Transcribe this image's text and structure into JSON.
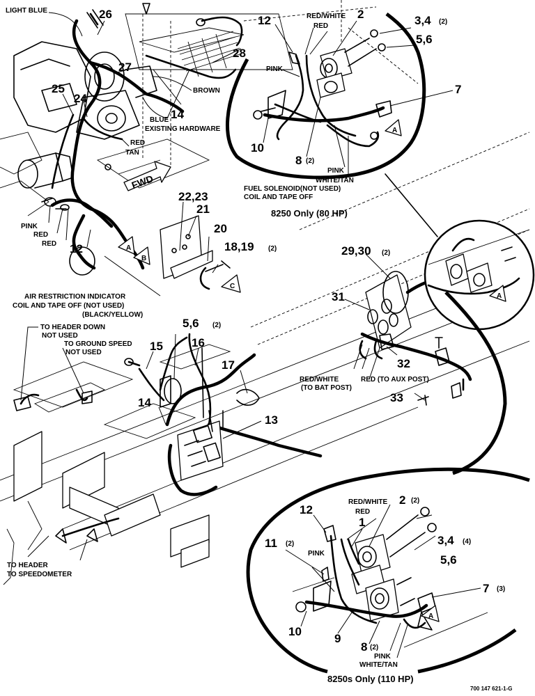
{
  "labels": {
    "light_blue": "LIGHT BLUE",
    "n26": "26",
    "n28": "28",
    "n27": "27",
    "n25": "25",
    "n24": "24",
    "brown": "BROWN",
    "n14_top": "14",
    "blue": "BLUE",
    "existing_hw": "EXISTING HARDWARE",
    "red_tan_red": "RED",
    "red_tan_tan": "TAN",
    "fwd": "FWD",
    "n22_23": "22,23",
    "n21": "21",
    "n20": "20",
    "n18_19": "18,19",
    "q18_19": "(2)",
    "pink_left": "PINK",
    "red_left1": "RED",
    "red_left2": "RED",
    "n12_left": "12",
    "tag_a1": "A",
    "tag_b": "B",
    "tag_c": "C",
    "air_line1": "AIR RESTRICTION INDICATOR",
    "air_line2": "COIL AND TAPE OFF (NOT USED)",
    "air_line3": "(BLACK/YELLOW)",
    "hdr_down1": "TO HEADER DOWN",
    "hdr_down2": "NOT USED",
    "gnd_speed1": "TO GROUND SPEED",
    "gnd_speed2": "NOT USED",
    "n15": "15",
    "n16": "16",
    "n17": "17",
    "n5_6_mid": "5,6",
    "q5_6_mid": "(2)",
    "n14_mid": "14",
    "n13": "13",
    "to_header": "TO HEADER",
    "to_speedo": "TO SPEEDOMETER",
    "top_n12": "12",
    "top_redwhite": "RED/WHITE",
    "top_red": "RED",
    "top_n2": "2",
    "top_n3_4": "3,4",
    "top_q3_4": "(2)",
    "top_n5_6": "5,6",
    "top_pink": "PINK",
    "top_n7": "7",
    "top_n10": "10",
    "top_n8": "8",
    "top_q8": "(2)",
    "top_tag_a": "A",
    "top_pink2": "PINK",
    "top_whitetan": "WHITE/TAN",
    "fuel1": "FUEL SOLENOID(NOT USED)",
    "fuel2": "COIL AND TAPE OFF",
    "cap_80": "8250 Only (80 HP)",
    "n29_30": "29,30",
    "q29_30": "(2)",
    "n31": "31",
    "n32": "32",
    "n33": "33",
    "redwhite_bat1": "RED/WHITE",
    "redwhite_bat2": "(TO BAT POST)",
    "red_aux": "RED (TO AUX POST)",
    "inset_tag_a": "A",
    "bot_n12": "12",
    "bot_redwhite": "RED/WHITE",
    "bot_red": "RED",
    "bot_n2": "2",
    "bot_q2": "(2)",
    "bot_n1": "1",
    "bot_n11": "11",
    "bot_q11": "(2)",
    "bot_pink": "PINK",
    "bot_n3_4": "3,4",
    "bot_q3_4": "(4)",
    "bot_n5_6": "5,6",
    "bot_n7": "7",
    "bot_q7": "(3)",
    "bot_n10": "10",
    "bot_n9": "9",
    "bot_n8": "8",
    "bot_q8": "(2)",
    "bot_tag_a": "A",
    "bot_pink2": "PINK",
    "bot_whitetan": "WHITE/TAN",
    "cap_110": "8250s Only (110 HP)",
    "doc_id": "700 147 621-1-G"
  }
}
